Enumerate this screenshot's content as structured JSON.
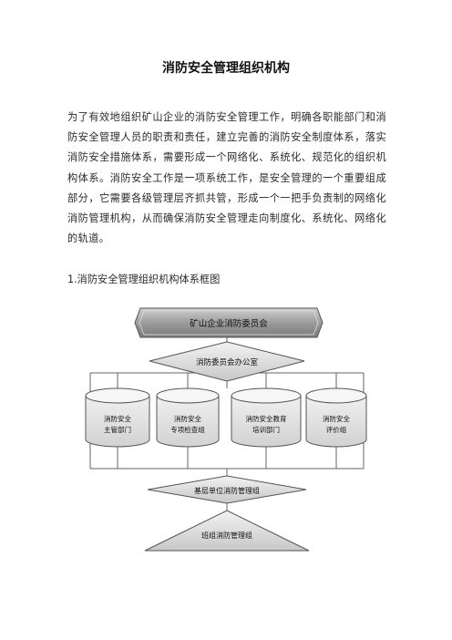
{
  "document": {
    "title": "消防安全管理组织机构",
    "paragraph": "为了有效地组织矿山企业的消防安全管理工作，明确各职能部门和消防安全管理人员的职责和责任，建立完善的消防安全制度体系，落实消防安全措施体系，需要形成一个网络化、系统化、规范化的组织机构体系。消防安全工作是一项系统工作，是安全管理的一个重要组成部分，它需要各级管理层齐抓共管，形成一个一把手负责制的网络化消防管理机构，从而确保消防安全管理走向制度化、系统化、网络化的轨道。",
    "subheading": "1.消防安全管理组织机构体系框图"
  },
  "diagram": {
    "top_box": "矿山企业消防委员会",
    "office": "消防委员会办公室",
    "dept1_line1": "消防安全",
    "dept1_line2": "主管部门",
    "dept2_line1": "消防安全",
    "dept2_line2": "专项检查组",
    "dept3_line1": "消防安全教育",
    "dept3_line2": "培训部门",
    "dept4_line1": "消防安全",
    "dept4_line2": "评价组",
    "base_unit": "基层单位消防管理组",
    "team": "班组消防管理组"
  }
}
